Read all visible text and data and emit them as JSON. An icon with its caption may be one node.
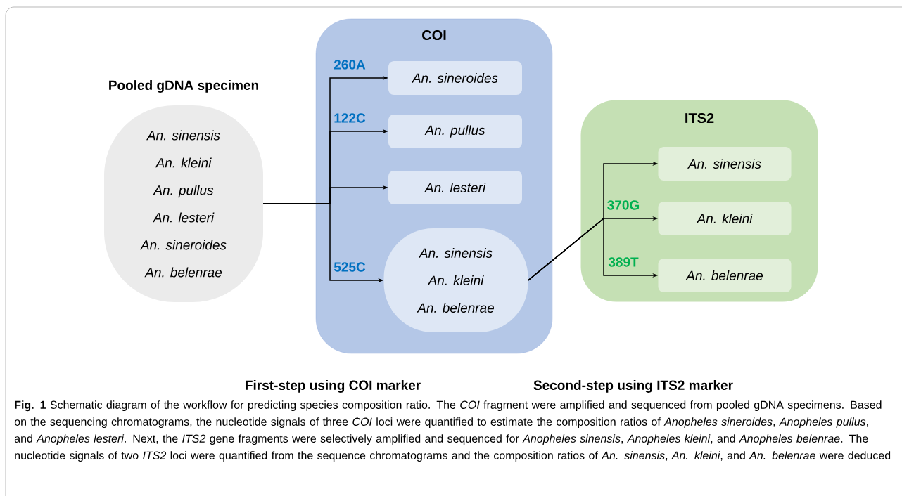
{
  "diagram": {
    "caption": "**Fig. 1** Schematic diagram of the workflow for predicting species composition ratio. The *COI* fragment were amplified and sequenced from pooled gDNA specimens. Based on the sequencing chromatograms, the nucleotide signals of three *COI* loci were quantified to estimate the composition ratios of *Anopheles sineroides*, *Anopheles pullus*, and *Anopheles lesteri*. Next, the *ITS2* gene fragments were selectively amplified and sequenced for *Anopheles sinensis*, *Anopheles kleini*, and *Anopheles belenrae*. The nucleotide signals of two *ITS2* loci were quantified from the sequence chromatograms and the composition ratios of *An. sinensis*, *An. kleini*, and *An. belenrae* were deduced",
    "nodes": [
      {
        "text": [
          "Pooled gDNA specimen",
          "An. sinensis",
          "An. kleini",
          "An. pullus",
          "An. lesteri",
          "An. sineroides",
          "An. belenrae"
        ]
      },
      {
        "text": [
          "COI"
        ]
      },
      {
        "text": [
          "An. sineroides"
        ],
        "in": 1
      },
      {
        "text": [
          "An. pullus"
        ],
        "in": 1
      },
      {
        "text": [
          "An. lesteri"
        ],
        "in": 1
      },
      {
        "text": [
          "An. sinensis",
          "An. kleini",
          "An. belenrae"
        ],
        "in": 1
      },
      {
        "text": [
          "ITS2"
        ]
      },
      {
        "text": [
          "An. sinensis"
        ],
        "in": 6
      },
      {
        "text": [
          "An. kleini"
        ],
        "in": 6
      },
      {
        "text": [
          "An. belenrae"
        ],
        "in": 6
      }
    ],
    "edges": [
      {
        "from": 0,
        "to": 2,
        "arrow": "to",
        "label": "260A"
      },
      {
        "from": 0,
        "to": 3,
        "arrow": "to",
        "label": "122C"
      },
      {
        "from": 0,
        "to": 4,
        "arrow": "to"
      },
      {
        "from": 0,
        "to": 5,
        "arrow": "to",
        "label": "525C"
      },
      {
        "from": 5,
        "to": 7,
        "arrow": "to"
      },
      {
        "from": 5,
        "to": 8,
        "arrow": "to",
        "label": "370G"
      },
      {
        "from": 5,
        "to": 9,
        "arrow": "to",
        "label": "389T"
      }
    ],
    "labels": [
      "First-step using COI marker",
      "Second-step using ITS2 marker"
    ]
  }
}
